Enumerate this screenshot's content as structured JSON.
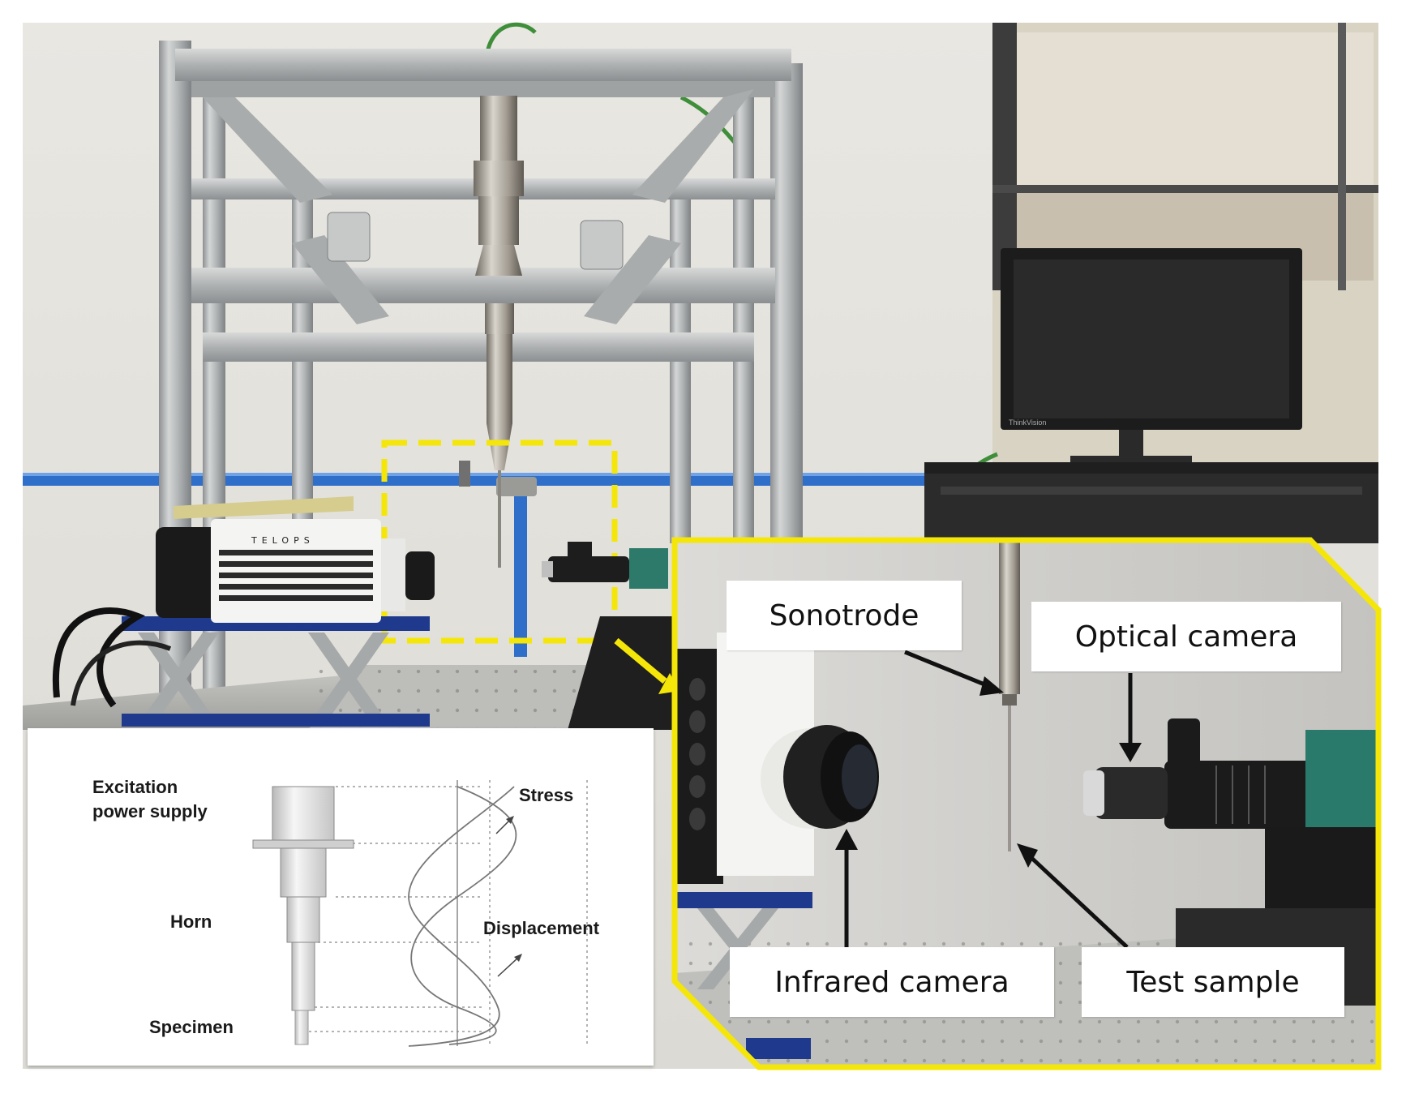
{
  "photo": {
    "monitor_brand": "ThinkVision",
    "ir_camera_brand": "TELOPS"
  },
  "schematic": {
    "excitation_label_line1": "Excitation",
    "excitation_label_line2": "power supply",
    "horn_label": "Horn",
    "specimen_label": "Specimen",
    "stress_label": "Stress",
    "displacement_label": "Displacement"
  },
  "callouts": {
    "sonotrode": "Sonotrode",
    "optical_camera": "Optical camera",
    "infrared_camera": "Infrared camera",
    "test_sample": "Test sample"
  },
  "colors": {
    "highlight": "#f5e609",
    "blue_pipe": "#2f6fc9",
    "frame_aluminium": "#b9bcbd"
  }
}
